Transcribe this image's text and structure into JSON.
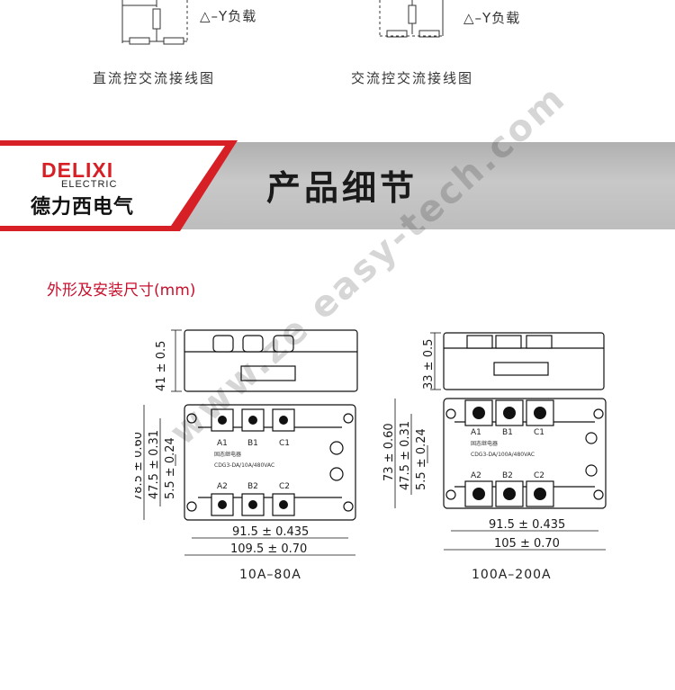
{
  "wiring": {
    "left_load_label": "△–Y负载",
    "right_load_label": "△–Y负载",
    "left_caption": "直流控交流接线图",
    "right_caption": "交流控交流接线图"
  },
  "banner": {
    "brand_en": "DELIXI",
    "brand_sub": "ELECTRIC",
    "brand_cn": "德力西电气",
    "title": "产品细节",
    "colors": {
      "brand_red": "#d71f26",
      "banner_grey": "#bdbdbd"
    }
  },
  "section": {
    "title": "外形及安装尺寸(mm)"
  },
  "watermark": "www.ze easy-tech.com",
  "diagrams": {
    "left": {
      "top_height": "41 ± 0.5",
      "height_total": "78.5 ± 0.60",
      "height_mid": "47.5 ± 0.31",
      "height_small": "5.5 ± 0.24",
      "width_inner": "91.5 ± 0.435",
      "width_outer": "109.5 ± 0.70",
      "terminals_top": [
        "A1",
        "B1",
        "C1"
      ],
      "terminals_bottom": [
        "A2",
        "B2",
        "C2"
      ],
      "product_name": "固态继电器",
      "model": "CDG3-DA/10A/480VAC",
      "label": "10A–80A"
    },
    "right": {
      "top_height": "33 ± 0.5",
      "height_total": "73 ± 0.60",
      "height_mid": "47.5 ± 0.31",
      "height_small": "5.5 ± 0.24",
      "width_inner": "91.5 ± 0.435",
      "width_outer": "105 ± 0.70",
      "terminals_top": [
        "A1",
        "B1",
        "C1"
      ],
      "terminals_bottom": [
        "A2",
        "B2",
        "C2"
      ],
      "product_name": "固态继电器",
      "model": "CDG3-DA/100A/480VAC",
      "label": "100A–200A"
    }
  }
}
